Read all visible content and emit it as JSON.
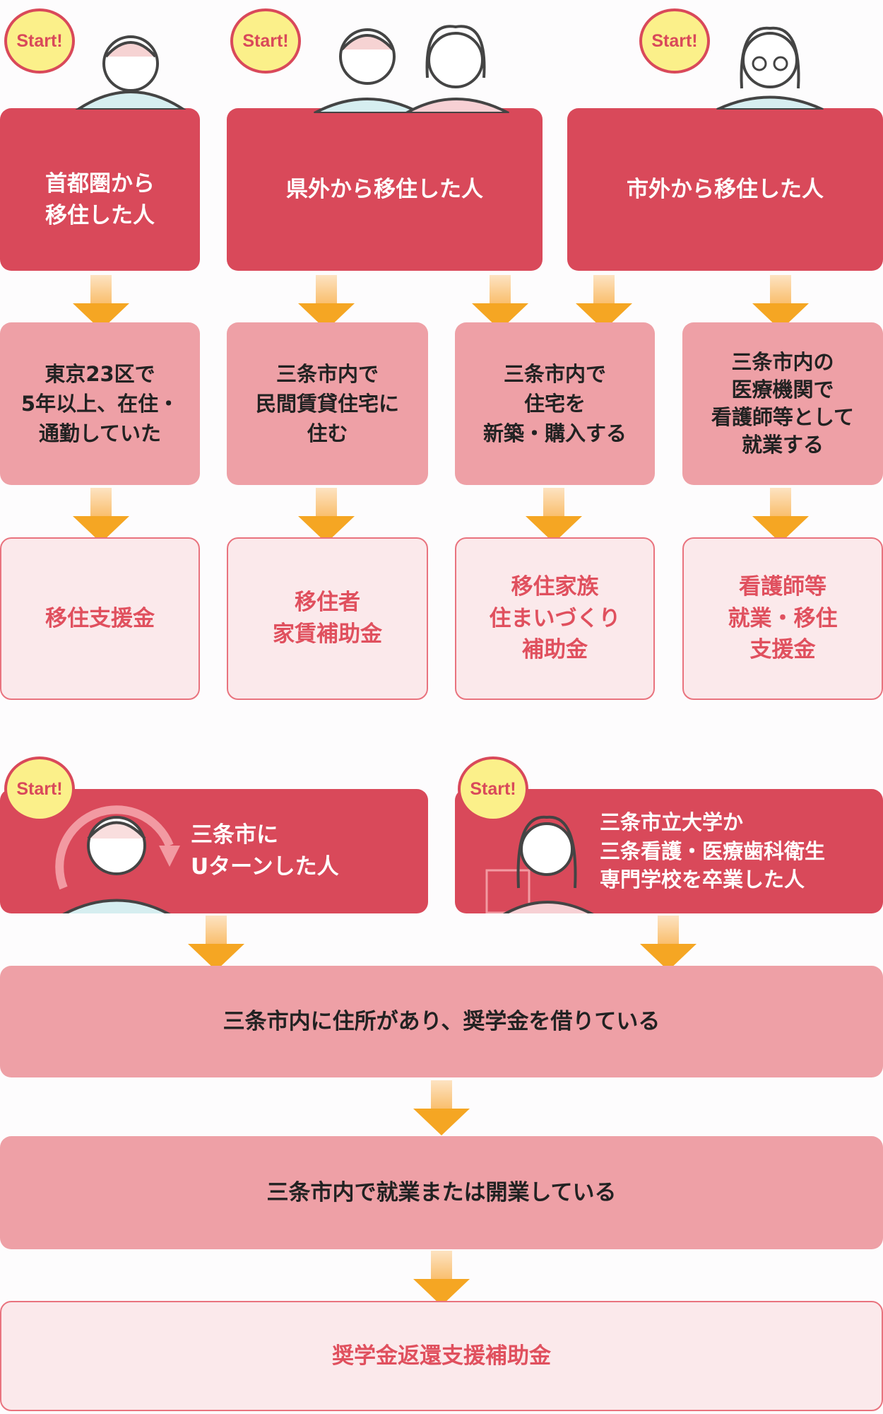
{
  "starts": [
    {
      "label": "首都圏から\n移住した人",
      "badge": "Start!"
    },
    {
      "label": "県外から移住した人",
      "badge": "Start!"
    },
    {
      "label": "市外から移住した人",
      "badge": "Start!"
    },
    {
      "label": "三条市に\nUターンした人",
      "badge": "Start!"
    },
    {
      "label": "三条市立大学か\n三条看護・医療歯科衛生\n専門学校を卒業した人",
      "badge": "Start!"
    }
  ],
  "conditions": [
    "東京23区で\n5年以上、在住・\n通勤していた",
    "三条市内で\n民間賃貸住宅に\n住む",
    "三条市内で\n住宅を\n新築・購入する",
    "三条市内の\n医療機関で\n看護師等として\n就業する",
    "三条市内に住所があり、奨学金を借りている",
    "三条市内で就業または開業している"
  ],
  "results": [
    "移住支援金",
    "移住者\n家賃補助金",
    "移住家族\n住まいづくり\n補助金",
    "看護師等\n就業・移住\n支援金",
    "奨学金返還支援補助金"
  ],
  "colors": {
    "start": "#d9495a",
    "condition": "#eea0a6",
    "result_bg": "#fbe9eb",
    "result_text": "#e0505e",
    "arrow": "#f5a623",
    "badge": "#fbf08a"
  }
}
